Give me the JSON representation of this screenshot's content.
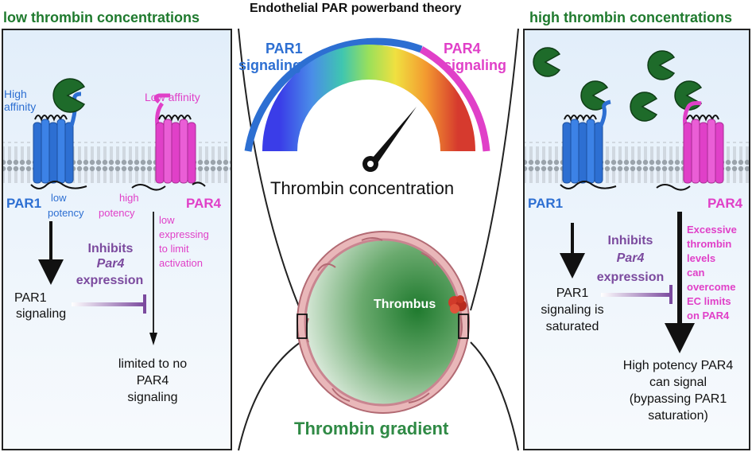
{
  "main_title": "Endothelial PAR powerband theory",
  "left": {
    "title": "low thrombin concentrations",
    "high_affinity": [
      "High",
      "affinity"
    ],
    "low_affinity": "Low affinity",
    "par1": "PAR1",
    "par4": "PAR4",
    "low_potency": [
      "low",
      "potency"
    ],
    "high_potency": [
      "high",
      "potency"
    ],
    "low_expressing": [
      "low",
      "expressing",
      "to limit",
      "activation"
    ],
    "inhibits": [
      "Inhibits",
      "Par4",
      "expression"
    ],
    "par1_signaling": [
      "PAR1",
      "signaling"
    ],
    "limited": [
      "limited to no",
      "PAR4",
      "signaling"
    ]
  },
  "center": {
    "par1_signaling": [
      "PAR1",
      "signaling"
    ],
    "par4_signaling": [
      "PAR4",
      "signaling"
    ],
    "thrombin_concentration": "Thrombin concentration",
    "thrombus": "Thrombus",
    "thrombin_gradient": "Thrombin gradient"
  },
  "right": {
    "title": "high thrombin concentrations",
    "par1": "PAR1",
    "par4": "PAR4",
    "inhibits": [
      "Inhibits",
      "Par4",
      "expression"
    ],
    "saturated": [
      "PAR1",
      "signaling is",
      "saturated"
    ],
    "excessive": [
      "Excessive",
      "thrombin",
      "levels",
      "can",
      "overcome",
      "EC limits",
      "on PAR4"
    ],
    "high_potency": [
      "High potency PAR4",
      "can signal",
      "(bypassing PAR1",
      "saturation)"
    ]
  },
  "colors": {
    "title_green": "#1f7a2e",
    "par1_blue": "#2d6fd2",
    "par4_pink": "#e040c8",
    "inhibit_purple": "#7b4a9e",
    "thrombin_green": "#1e6b2a"
  },
  "icons": [
    "thrombin-pacman-icon",
    "gauge-needle-icon",
    "receptor-helix-icon",
    "inhibition-bar-icon",
    "thrombus-clot-icon"
  ]
}
